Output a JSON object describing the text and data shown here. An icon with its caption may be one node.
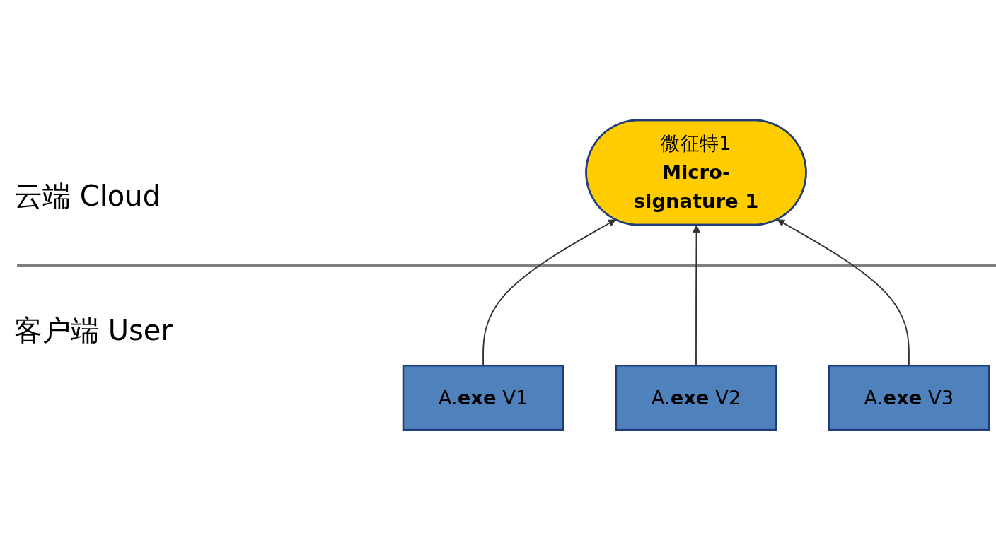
{
  "diagram": {
    "nodes": [
      {
        "text": [
          "微征特1",
          "**Micro-signature 1**"
        ]
      },
      {
        "text": [
          "A.**exe** V1"
        ]
      },
      {
        "text": [
          "A.**exe** V2"
        ]
      },
      {
        "text": [
          "A.**exe** V3"
        ]
      }
    ],
    "edges": [
      {
        "from": 1,
        "to": 0,
        "arrow": "to"
      },
      {
        "from": 2,
        "to": 0,
        "arrow": "to"
      },
      {
        "from": 3,
        "to": 0,
        "arrow": "to"
      }
    ],
    "labels": [
      "云端 Cloud",
      "客户端 User"
    ]
  }
}
